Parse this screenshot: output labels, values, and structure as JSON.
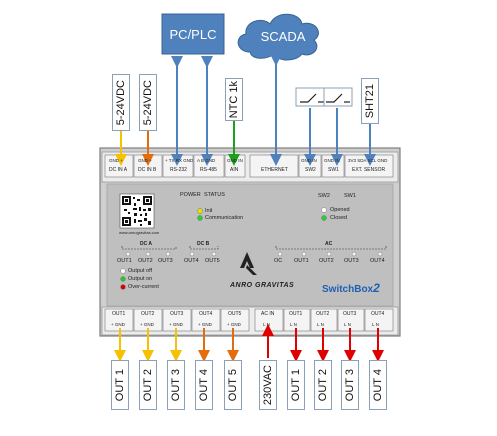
{
  "top": {
    "plc_label": "PC/PLC",
    "scada_label": "SCADA",
    "dc_a_label": "5-24VDC",
    "dc_b_label": "5-24VDC",
    "ntc_label": "NTC 1k",
    "sht_label": "SHT21",
    "colors": {
      "plc_box": "#4f81bd",
      "cloud": "#4f81bd",
      "arrow_blue": "#4f81bd",
      "arrow_yellow": "#f7c000",
      "arrow_orange": "#e46c0a",
      "arrow_green": "#1ea01e",
      "arrow_red": "#e00000"
    }
  },
  "device": {
    "brand": "ANRO GRAVITAS",
    "product": "SwitchBox",
    "product_suffix": "2",
    "url": "www.anrogravitas.com",
    "power_label": "POWER",
    "status_label": "STATUS",
    "init_label": "Init",
    "comm_label": "Communication",
    "sw2_label": "SW2",
    "sw1_label": "SW1",
    "opened_label": "Opened",
    "closed_label": "Closed",
    "dca_group": "DC A",
    "dcb_group": "DC B",
    "ac_group": "AC",
    "out_row": [
      "OUT1",
      "OUT2",
      "OUT3",
      "OUT4",
      "OUT5"
    ],
    "ac_row": [
      "OC",
      "OUT1",
      "OUT2",
      "OUT3",
      "OUT4"
    ],
    "legend": [
      {
        "text": "Output off",
        "color": "#ffffff"
      },
      {
        "text": "Output on",
        "color": "#22cc22"
      },
      {
        "text": "Over-current",
        "color": "#dd0000"
      }
    ],
    "top_terminals": {
      "dc_in_a": {
        "pins": "GND  +",
        "name": "DC IN A"
      },
      "dc_in_b": {
        "pins": "GND  +",
        "name": "DC IN B"
      },
      "rs232": {
        "pins": "+ TX  RX  GND",
        "name": "RS-232"
      },
      "rs485": {
        "pins": "A  B  GND",
        "name": "RS-485"
      },
      "ain": {
        "pins": "GND  IN",
        "name": "AIN"
      },
      "ethernet": {
        "name": "ETHERNET"
      },
      "sw2": {
        "pins": "GND  IN",
        "name": "SW2"
      },
      "sw1": {
        "pins": "GND  IN",
        "name": "SW1"
      },
      "ext": {
        "pins": "3V3  SDA  SCL  GND",
        "name": "EXT. SENSOR"
      }
    },
    "bottom_terminals": [
      {
        "name": "OUT1",
        "pins": "+  GND"
      },
      {
        "name": "OUT2",
        "pins": "+  GND"
      },
      {
        "name": "OUT3",
        "pins": "+  GND"
      },
      {
        "name": "OUT4",
        "pins": "+  GND"
      },
      {
        "name": "OUT5",
        "pins": "+  GND"
      },
      {
        "name": "AC IN",
        "pins": "L  N"
      },
      {
        "name": "OUT1",
        "pins": "L  N"
      },
      {
        "name": "OUT2",
        "pins": "L  N"
      },
      {
        "name": "OUT3",
        "pins": "L  N"
      },
      {
        "name": "OUT4",
        "pins": "L  N"
      }
    ]
  },
  "bottom_labels": [
    "OUT 1",
    "OUT 2",
    "OUT 3",
    "OUT 4",
    "OUT 5",
    "230VAC",
    "OUT 1",
    "OUT 2",
    "OUT 3",
    "OUT 4"
  ]
}
